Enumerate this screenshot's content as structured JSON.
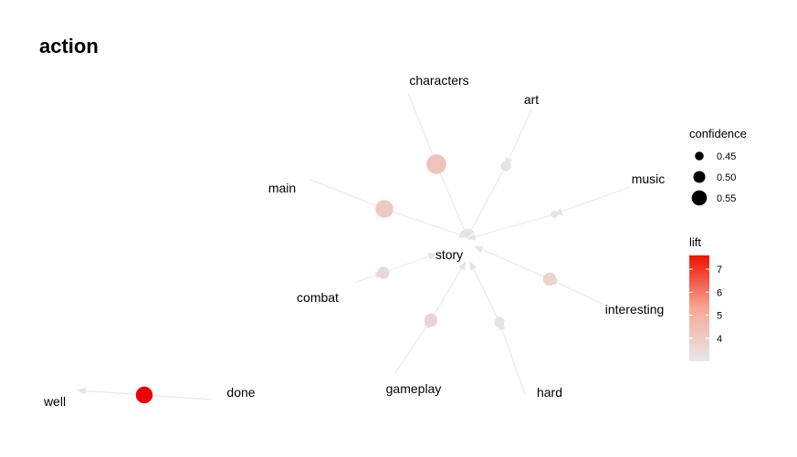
{
  "title": "action",
  "items": {
    "story": "story",
    "characters": "characters",
    "art": "art",
    "main": "main",
    "music": "music",
    "combat": "combat",
    "interesting": "interesting",
    "gameplay": "gameplay",
    "hard": "hard",
    "done": "done",
    "well": "well"
  },
  "rules": [
    {
      "from": "characters",
      "to": "story",
      "confidence": 0.55,
      "lift": 4.3
    },
    {
      "from": "art",
      "to": "story",
      "confidence": 0.45,
      "lift": 3.2
    },
    {
      "from": "main",
      "to": "story",
      "confidence": 0.53,
      "lift": 4.1
    },
    {
      "from": "music",
      "to": "story",
      "confidence": 0.42,
      "lift": 3.2
    },
    {
      "from": "combat",
      "to": "story",
      "confidence": 0.47,
      "lift": 3.6
    },
    {
      "from": "interesting",
      "to": "story",
      "confidence": 0.48,
      "lift": 3.8
    },
    {
      "from": "gameplay",
      "to": "story",
      "confidence": 0.48,
      "lift": 3.7
    },
    {
      "from": "hard",
      "to": "story",
      "confidence": 0.45,
      "lift": 3.3
    },
    {
      "from": "done",
      "to": "well",
      "confidence": 0.52,
      "lift": 7.6
    }
  ],
  "legend": {
    "confidence": {
      "title": "confidence",
      "entries": [
        {
          "label": "0.45",
          "value": 0.45
        },
        {
          "label": "0.50",
          "value": 0.5
        },
        {
          "label": "0.55",
          "value": 0.55
        }
      ]
    },
    "lift": {
      "title": "lift",
      "range": [
        3.0,
        7.6
      ],
      "ticks": [
        {
          "label": "4",
          "value": 4
        },
        {
          "label": "5",
          "value": 5
        },
        {
          "label": "6",
          "value": 6
        },
        {
          "label": "7",
          "value": 7
        }
      ],
      "color_low": "#e8e8e8",
      "color_high": "#ee0000"
    }
  },
  "colors": {
    "edge": "#ececec",
    "text": "#000000"
  }
}
